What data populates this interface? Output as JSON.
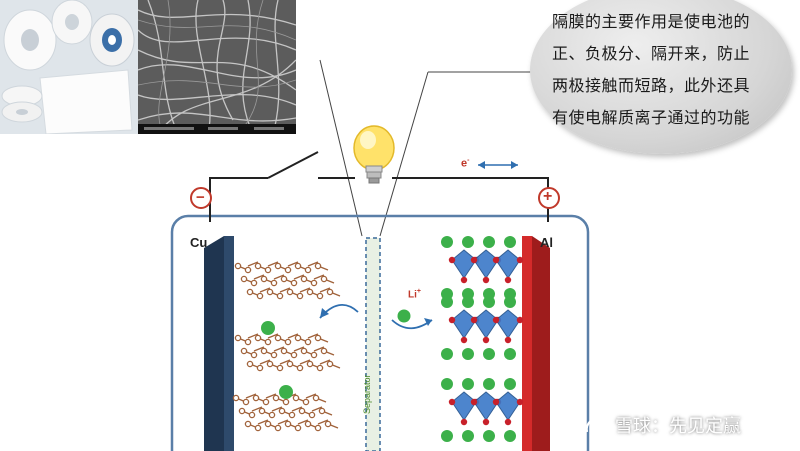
{
  "callout": {
    "lines": [
      "隔膜的主要作用是使电池的",
      "正、负极分、隔开来，防止",
      "两极接触而短路，此外还具",
      "有使电解质离子通过的功能"
    ]
  },
  "labels": {
    "negative_sign": "−",
    "positive_sign": "+",
    "anode_label": "Cu",
    "cathode_label": "Al",
    "electron_label": "e",
    "electron_sup": "-",
    "ion_label": "Li",
    "ion_sup": "+",
    "separator_label": "Separator"
  },
  "watermark": {
    "text": "雪球：先见定赢"
  },
  "colors": {
    "anode": "#2e4a6b",
    "cathode": "#d42a2a",
    "lithium_ion": "#3cb04a",
    "cathode_polyhedra": "#3a78c8",
    "oxygen": "#c8202a",
    "graphite": "#a0623a",
    "container": "#5a7fa8",
    "arrow": "#2f6fb0"
  }
}
